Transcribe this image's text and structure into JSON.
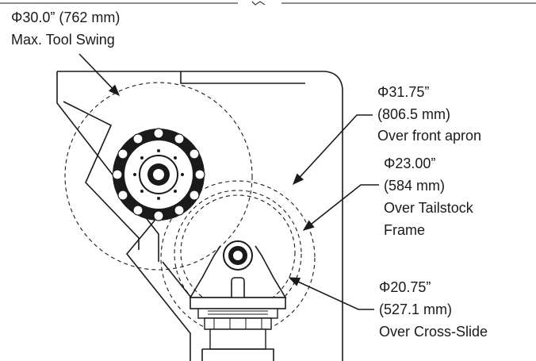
{
  "callouts": {
    "max_tool_swing": {
      "diameter": "Φ30.0” (762 mm)",
      "description": "Max. Tool Swing"
    },
    "front_apron": {
      "diameter": "Φ31.75”",
      "metric": "(806.5 mm)",
      "description": "Over front apron"
    },
    "tailstock": {
      "diameter": "Φ23.00”",
      "metric": "(584 mm)",
      "description_line1": "Over Tailstock",
      "description_line2": "Frame"
    },
    "cross_slide": {
      "diameter": "Φ20.75”",
      "metric": "(527.1 mm)",
      "description": "Over Cross-Slide"
    }
  }
}
